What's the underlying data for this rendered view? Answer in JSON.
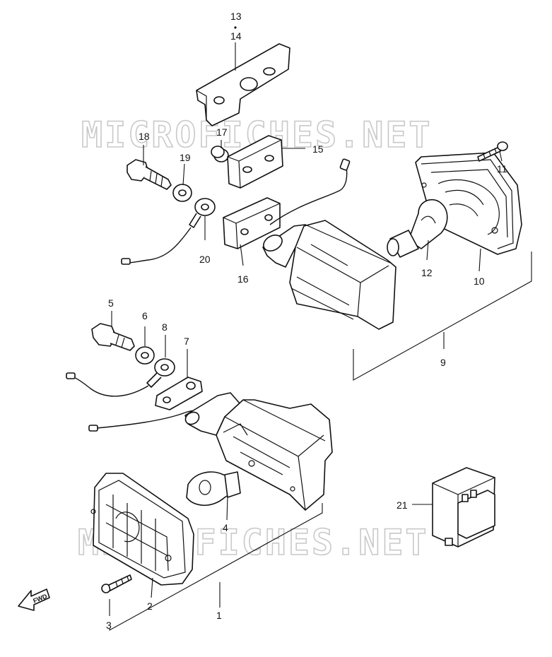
{
  "watermark": "MICROFICHES.NET",
  "fwd_label": "FWD",
  "callouts": {
    "n1": "1",
    "n2": "2",
    "n3": "3",
    "n4": "4",
    "n5": "5",
    "n6": "6",
    "n7": "7",
    "n8": "8",
    "n9": "9",
    "n10": "10",
    "n11": "11",
    "n12": "12",
    "n13": "13",
    "n14": "14",
    "n15": "15",
    "n16": "16",
    "n17": "17",
    "n18": "18",
    "n19": "19",
    "n20": "20",
    "n21": "21"
  }
}
